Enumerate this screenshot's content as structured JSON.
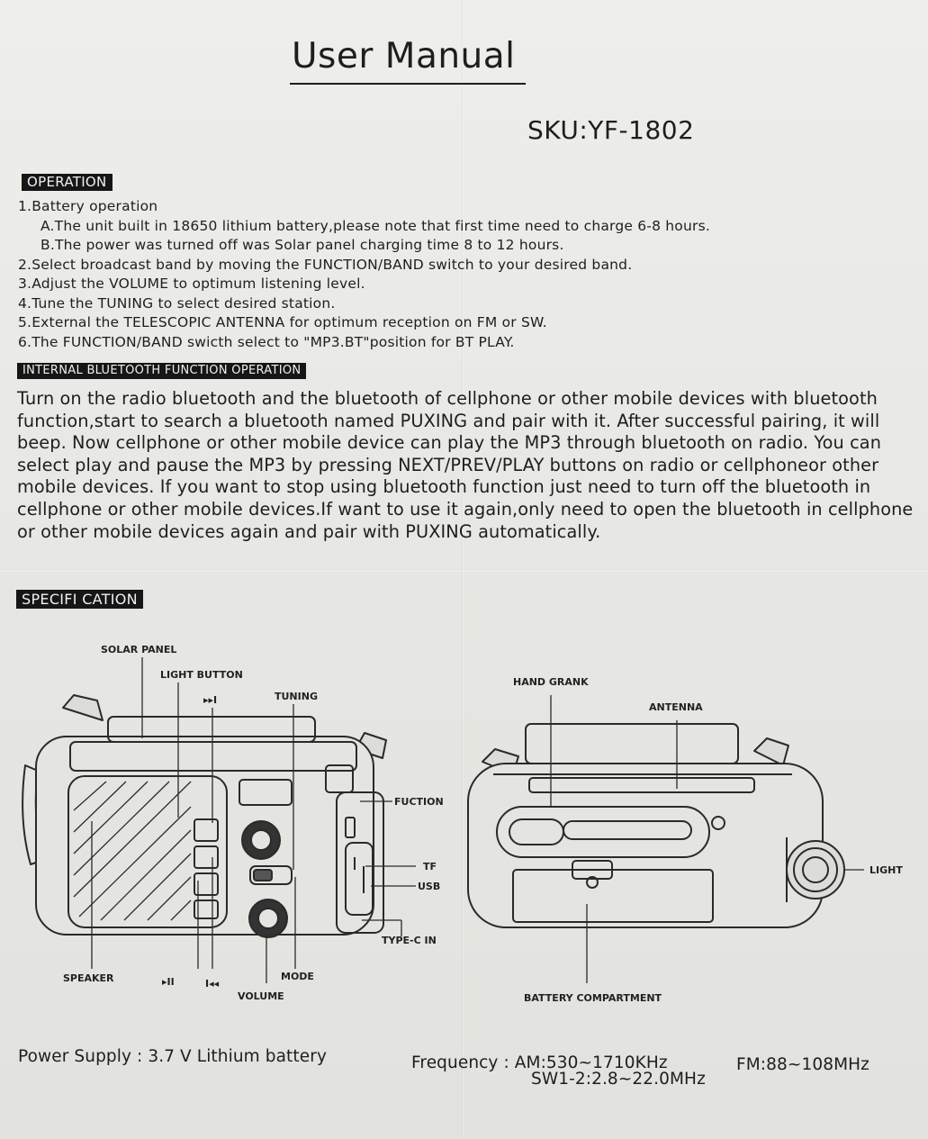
{
  "title": "User Manual",
  "sku": "SKU:YF-1802",
  "operation": {
    "heading": "OPERATION",
    "items": [
      {
        "text": "1.Battery operation",
        "sub": false
      },
      {
        "text": "A.The unit built in 18650 lithium battery,please note that first time need to charge 6-8 hours.",
        "sub": true
      },
      {
        "text": "B.The power was turned off was Solar panel charging time 8 to 12 hours.",
        "sub": true
      },
      {
        "text": "2.Select broadcast band by moving the FUNCTION/BAND switch to your desired band.",
        "sub": false
      },
      {
        "text": "3.Adjust the VOLUME to optimum listening level.",
        "sub": false
      },
      {
        "text": "4.Tune the TUNING to select desired station.",
        "sub": false
      },
      {
        "text": "5.External the TELESCOPIC ANTENNA for optimum reception on FM or SW.",
        "sub": false
      },
      {
        "text": "6.The FUNCTION/BAND swicth select to \"MP3.BT\"position for BT PLAY.",
        "sub": false
      }
    ]
  },
  "bluetooth": {
    "heading": "INTERNAL BLUETOOTH FUNCTION OPERATION",
    "paragraph": "Turn on the radio bluetooth and the bluetooth of cellphone or other mobile devices with bluetooth function,start to search a bluetooth named PUXING and pair with it. After successful pairing, it will beep. Now cellphone or other mobile device can play the MP3 through bluetooth on radio. You can select play and pause the MP3 by pressing NEXT/PREV/PLAY buttons on radio or cellphoneor other mobile devices. If you want to stop using bluetooth function just need to turn off the bluetooth in cellphone or other mobile devices.If want to use it again,only need to open the bluetooth in cellphone or other mobile devices again and pair with PUXING automatically."
  },
  "specification": {
    "heading": "SPECIFI CATION",
    "front_labels": {
      "solar_panel": "SOLAR PANEL",
      "light_button": "LIGHT BUTTON",
      "next": "▸▸I",
      "tuning": "TUNING",
      "fuction": "FUCTION",
      "tf": "TF",
      "usb": "USB",
      "type_c": "TYPE-C IN",
      "speaker": "SPEAKER",
      "play_pause": "▸II",
      "prev": "I◂◂",
      "mode": "MODE",
      "volume": "VOLUME"
    },
    "back_labels": {
      "hand_crank": "HAND GRANK",
      "antenna": "ANTENNA",
      "light": "LIGHT",
      "battery": "BATTERY COMPARTMENT"
    }
  },
  "footer": {
    "power_supply": "Power Supply : 3.7 V Lithium battery",
    "frequency_line1": "Frequency : AM:530~1710KHz",
    "frequency_fm": "FM:88~108MHz",
    "frequency_line2": "SW1-2:2.8~22.0MHz"
  }
}
